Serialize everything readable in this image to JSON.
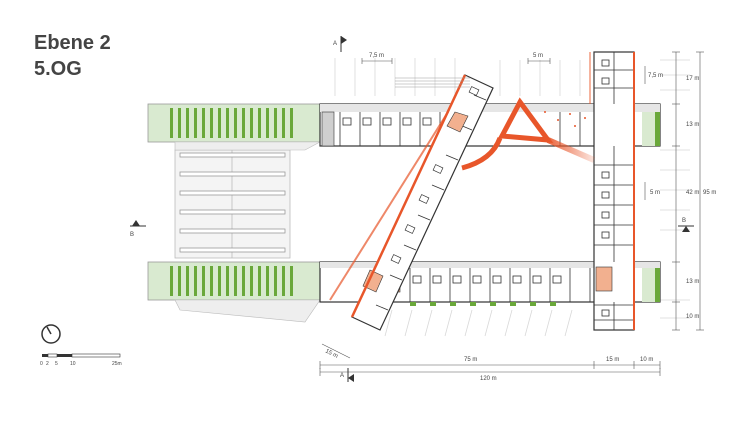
{
  "title": {
    "line1": "Ebene 2",
    "line2": "5.OG"
  },
  "section_markers": {
    "a_top": "A",
    "a_bottom": "A",
    "b_left": "B",
    "b_right": "B"
  },
  "scale_bar": {
    "labels": [
      "0",
      "2",
      "5",
      "10",
      "25m"
    ]
  },
  "dimensions": {
    "top_left": "7,5 m",
    "top_mid": "5 m",
    "right_small": "7,5 m",
    "mid_small": "5 m",
    "right_17": "17 m",
    "right_13a": "13 m",
    "right_42": "42 m",
    "right_95": "95 m",
    "right_13b": "13 m",
    "right_10": "10 m",
    "bottom_15_diag": "15 m",
    "bottom_75": "75 m",
    "bottom_15": "15 m",
    "bottom_10": "10 m",
    "bottom_120": "120 m"
  },
  "colors": {
    "accent": "#e8562a",
    "green": "#6aa83a",
    "green_bg": "#d9ead0",
    "wall": "#333333"
  }
}
